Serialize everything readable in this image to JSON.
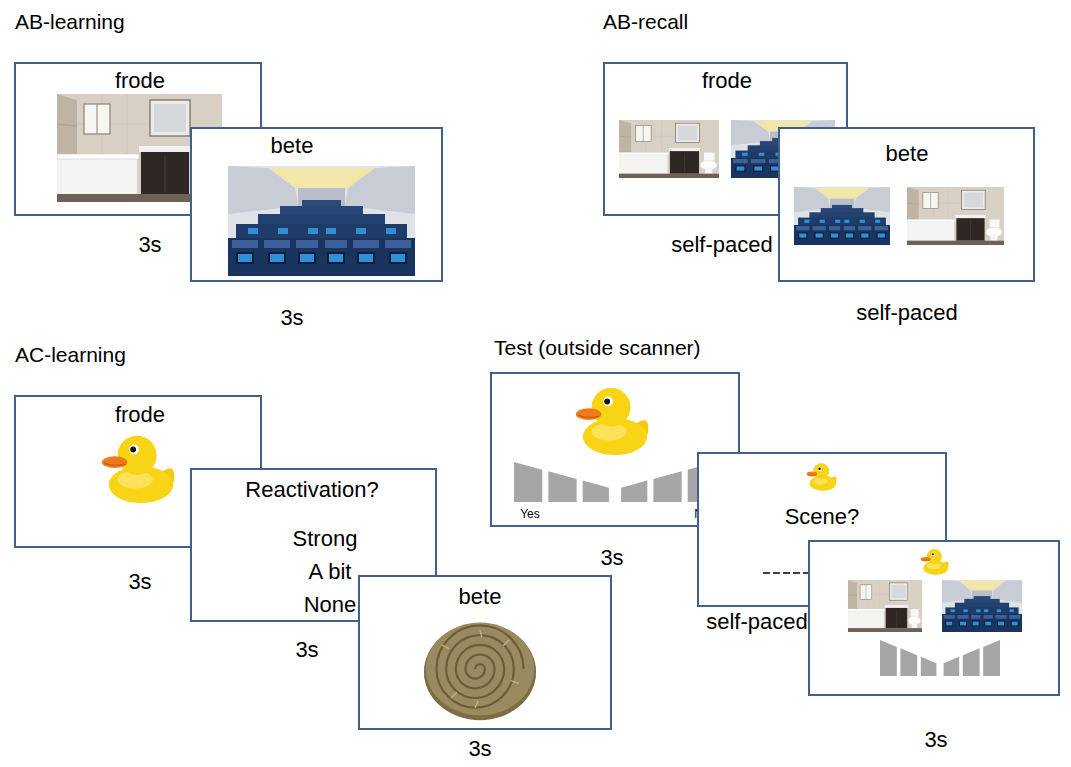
{
  "diagram": {
    "nodes": [
      {
        "text": [
          "frode",
          "3s"
        ]
      },
      {
        "text": [
          "bete",
          "3s"
        ]
      },
      {
        "text": [
          "frode",
          "self-paced"
        ]
      },
      {
        "text": [
          "bete",
          "self-paced"
        ]
      },
      {
        "text": [
          "frode",
          "3s"
        ]
      },
      {
        "text": [
          "Reactivation?",
          "Strong",
          "A bit",
          "None",
          "3s"
        ]
      },
      {
        "text": [
          "bete",
          "3s"
        ]
      },
      {
        "text": [
          "Yes",
          "No",
          "3s"
        ]
      },
      {
        "text": [
          "Scene?",
          "self-paced"
        ]
      },
      {
        "text": [
          "3s"
        ]
      }
    ],
    "labels": [
      "AB-learning",
      "AB-recall",
      "AC-learning",
      "Test (outside scanner)"
    ]
  }
}
